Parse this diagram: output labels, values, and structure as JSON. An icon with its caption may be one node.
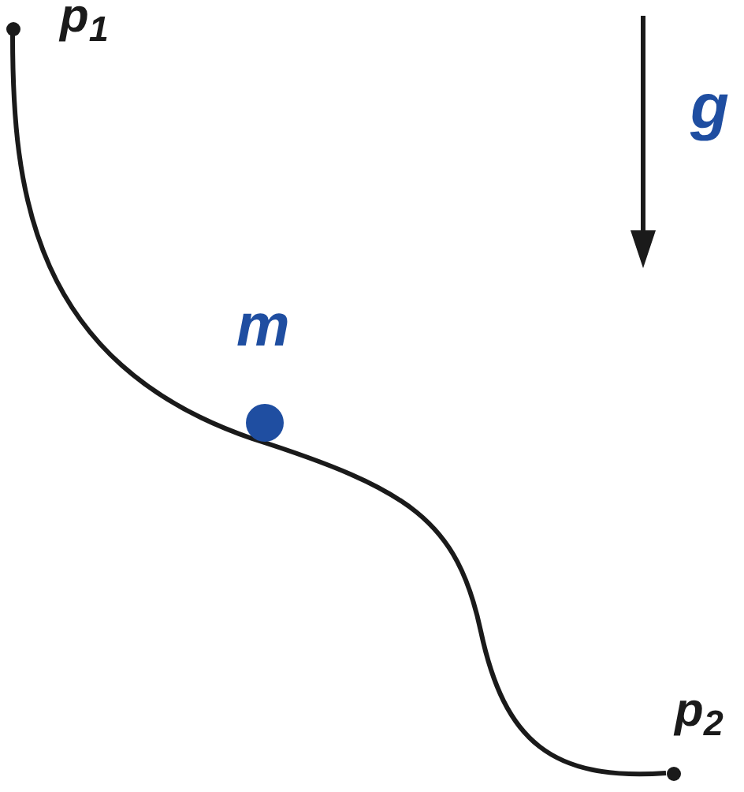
{
  "diagram": {
    "nodes": [
      {
        "text": [],
        "shape": "circle",
        "beside": [
          "p$_{1}$"
        ]
      },
      {
        "text": [],
        "shape": "circle",
        "beside": [
          "m"
        ]
      },
      {
        "text": [],
        "shape": "circle",
        "beside": [
          "p$_{2}$"
        ]
      }
    ],
    "edges": [
      {
        "from": 0,
        "to": 2,
        "arrow": "none"
      }
    ],
    "labels": [
      "g"
    ]
  }
}
